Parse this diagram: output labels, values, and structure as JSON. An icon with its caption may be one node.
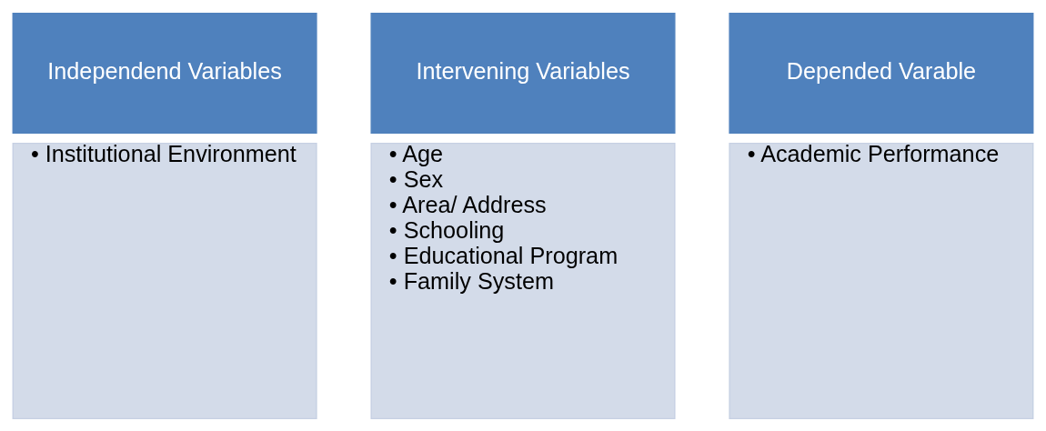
{
  "diagram": {
    "nodes": [
      {
        "text": [
          "Independend Variables"
        ]
      },
      {
        "text": [
          "• Institutional Environment"
        ]
      },
      {
        "text": [
          "Intervening Variables"
        ]
      },
      {
        "text": [
          "• Age",
          "• Sex",
          "• Area/ Address",
          "• Schooling",
          "• Educational Program",
          "• Family System"
        ]
      },
      {
        "text": [
          "Depended Varable"
        ]
      },
      {
        "text": [
          "• Academic Performance"
        ]
      }
    ]
  }
}
